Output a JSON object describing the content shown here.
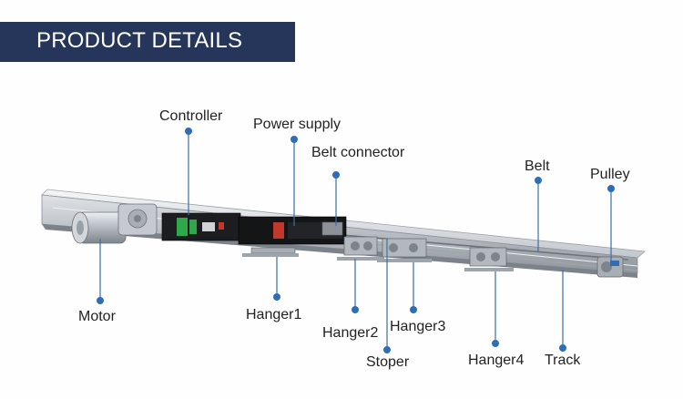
{
  "header": {
    "title": "PRODUCT DETAILS"
  },
  "labels": {
    "controller": "Controller",
    "power_supply": "Power supply",
    "belt_connector": "Belt connector",
    "belt": "Belt",
    "pulley": "Pulley",
    "motor": "Motor",
    "hanger1": "Hanger1",
    "hanger2": "Hanger2",
    "hanger3": "Hanger3",
    "stoper": "Stoper",
    "hanger4": "Hanger4",
    "track": "Track"
  },
  "colors": {
    "banner": "#26355a",
    "leader": "#3a6ea8",
    "dot": "#2f6db5"
  }
}
